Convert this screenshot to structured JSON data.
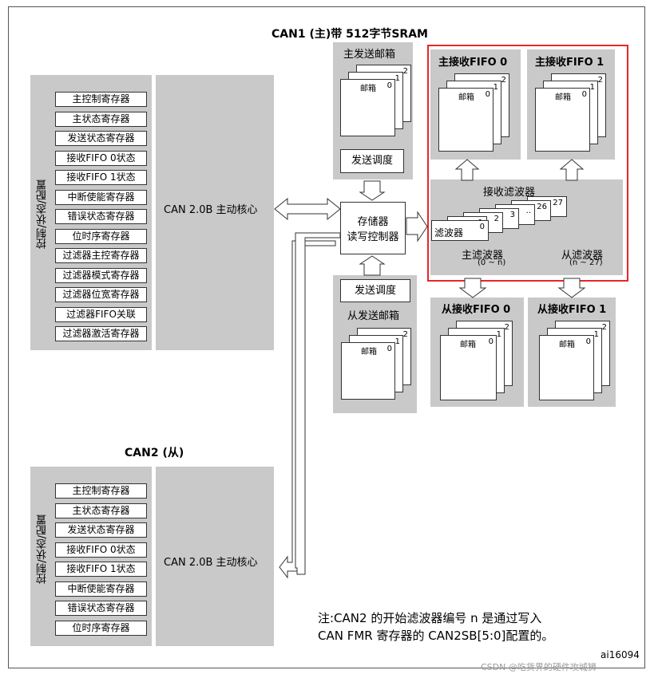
{
  "can1": {
    "title": "CAN1 (主)带 512字节SRAM",
    "side_label": "控制/状态/配置",
    "core_label": "CAN 2.0B 主动核心",
    "registers": [
      "主控制寄存器",
      "主状态寄存器",
      "发送状态寄存器",
      "接收FIFO 0状态",
      "接收FIFO 1状态",
      "中断使能寄存器",
      "错误状态寄存器",
      "位时序寄存器",
      "过滤器主控寄存器",
      "过滤器模式寄存器",
      "过滤器位宽寄存器",
      "过滤器FIFO关联",
      "过滤器激活寄存器"
    ],
    "master_tx_mailbox": "主发送邮箱",
    "tx_schedule": "发送调度",
    "mailbox": "邮箱",
    "mailbox_numbers": [
      "0",
      "1",
      "2"
    ],
    "rx_fifo0": "主接收FIFO 0",
    "rx_fifo1": "主接收FIFO 1",
    "memory_controller_line1": "存储器",
    "memory_controller_line2": "读写控制器",
    "rx_filter": "接收滤波器",
    "filter": "滤波器",
    "filter_numbers": [
      "0",
      "1",
      "2",
      "3",
      "..",
      "26",
      "27"
    ],
    "master_filter": "主滤波器",
    "master_filter_range": "(0 ~ n)",
    "slave_filter": "从滤波器",
    "slave_filter_range": "(n ~ 27)",
    "slave_rx_fifo0": "从接收FIFO 0",
    "slave_rx_fifo1": "从接收FIFO 1",
    "slave_tx_schedule": "发送调度",
    "slave_tx_mailbox": "从发送邮箱"
  },
  "can2": {
    "title": "CAN2 (从)",
    "side_label": "控制/状态/配置",
    "core_label": "CAN 2.0B 主动核心",
    "registers": [
      "主控制寄存器",
      "主状态寄存器",
      "发送状态寄存器",
      "接收FIFO 0状态",
      "接收FIFO 1状态",
      "中断使能寄存器",
      "错误状态寄存器",
      "位时序寄存器"
    ]
  },
  "note_line1": "注:CAN2 的开始滤波器编号 n 是通过写入",
  "note_line2": "CAN  FMR 寄存器的 CAN2SB[5:0]配置的。",
  "figure_id": "ai16094",
  "watermark": "CSDN @吃货界的硬件攻城狮",
  "colors": {
    "panel": "#c9c9c9",
    "highlight": "#e8262b",
    "border": "#333333"
  }
}
